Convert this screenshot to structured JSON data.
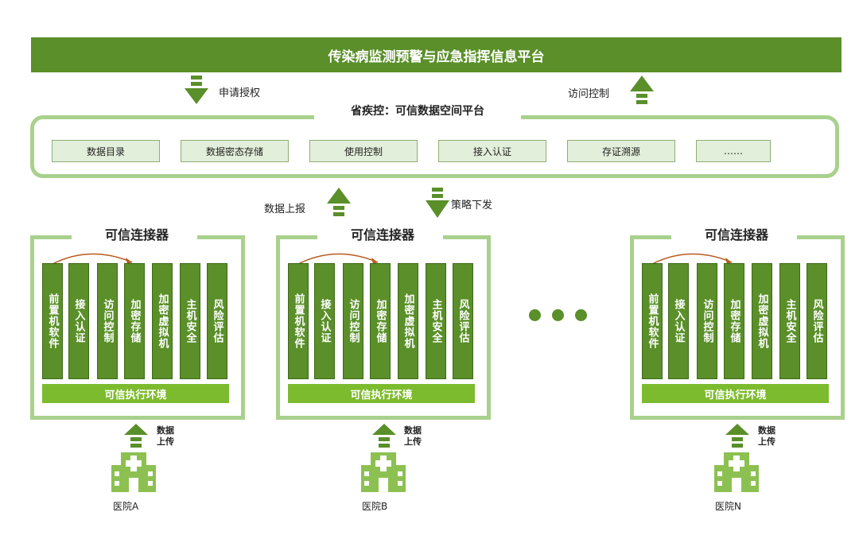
{
  "banner": {
    "title": "传染病监测预警与应急指挥信息平台"
  },
  "arrows": {
    "apply_auth": "申请授权",
    "access_control": "访问控制",
    "data_report": "数据上报",
    "policy_issue": "策略下发"
  },
  "platform": {
    "title": "省疾控：可信数据空间平台",
    "modules": [
      "数据目录",
      "数据密态存储",
      "使用控制",
      "接入认证",
      "存证溯源",
      "……"
    ]
  },
  "connector": {
    "title": "可信连接器",
    "columns": [
      "前置机软件",
      "接入认证",
      "访问控制",
      "加密存储",
      "加密虚拟机",
      "主机安全",
      "风险评估"
    ],
    "tee": "可信执行环境"
  },
  "upload_label": "数据上传",
  "hospitals": [
    "医院A",
    "医院B",
    "医院N"
  ],
  "colors": {
    "dark_green": "#5a8f29",
    "light_green": "#a9d18e",
    "bright_green": "#7dbb2e",
    "orange_arrow": "#b85a1e"
  }
}
